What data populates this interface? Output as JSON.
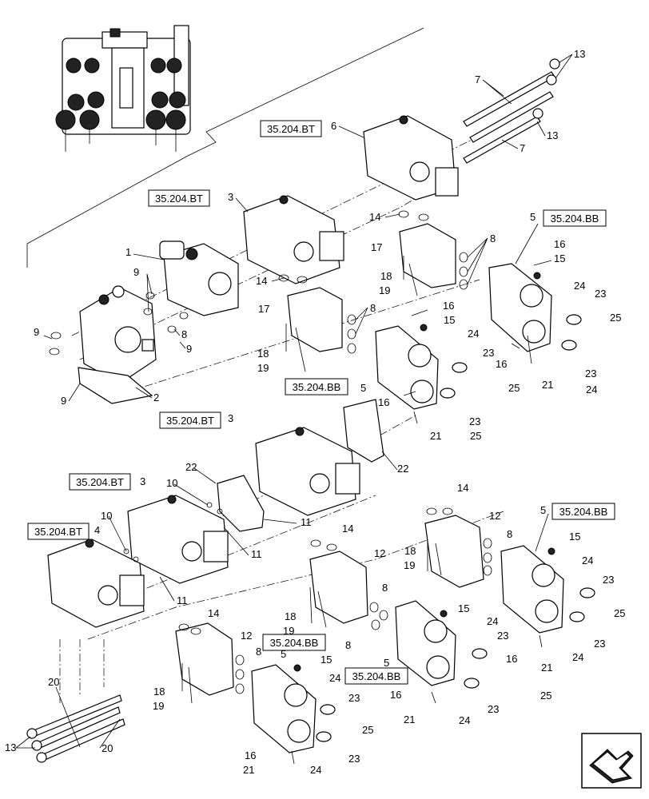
{
  "diagram": {
    "reference_labels": [
      "35.204.BT",
      "35.204.BB"
    ],
    "callouts": {
      "c1": "1",
      "c2": "2",
      "c3": "3",
      "c4": "4",
      "c5": "5",
      "c6": "6",
      "c7": "7",
      "c8": "8",
      "c9": "9",
      "c10": "10",
      "c11": "11",
      "c12": "12",
      "c13": "13",
      "c14": "14",
      "c15": "15",
      "c16": "16",
      "c17": "17",
      "c18": "18",
      "c19": "19",
      "c20": "20",
      "c21": "21",
      "c22": "22",
      "c23": "23",
      "c24": "24",
      "c25": "25"
    },
    "icons": [
      "valve-assembly-thumbnail",
      "view-direction-arrow-icon"
    ]
  }
}
